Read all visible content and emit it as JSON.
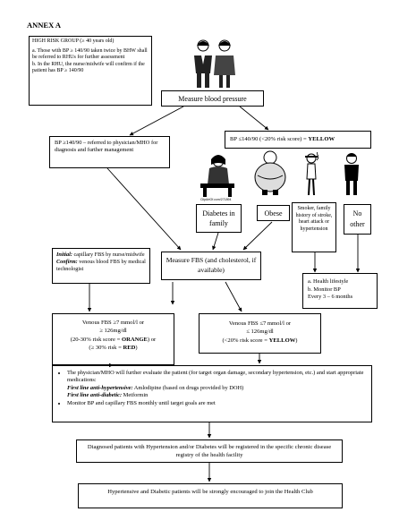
{
  "annex_title": "ANNEX A",
  "high_risk": {
    "title": "HIGH RISK GROUP (≥ 40 years old)",
    "item_a": "a. Those with BP ≥ 140/90 taken twice by BHW shall be referred to RHUs for further assessment",
    "item_b": "b. In the RHU, the nurse/midwife will confirm if the patient has BP ≥ 140/90"
  },
  "measure_bp": "Measure blood pressure",
  "bp_high": "BP ≥140/90 – referred to physician/MHO for diagnosis and further management",
  "bp_low": {
    "text": "BP ≤140/90 (<20% risk score) = ",
    "color_word": "YELLOW"
  },
  "image_caption": "ClipArtOf.com/271894",
  "categories": {
    "diabetes": "Diabetes in family",
    "obese": "Obese",
    "smoker": "Smoker, family history of stroke, heart attack or hypertension",
    "no_other": "No other"
  },
  "fbs_methods": {
    "initial_label": "Initial:",
    "initial_text": " capillary FBS by nurse/midwife",
    "confirm_label": "Confirm:",
    "confirm_text": " venous blood FBS by medical technologist"
  },
  "measure_fbs": "Measure FBS (and cholesterol, if available)",
  "lifestyle": {
    "a": "a. Health lifestyle",
    "b": "b. Monitor BP",
    "every": "Every 3 – 6 months"
  },
  "fbs_high": {
    "line1": "Venous FBS ≥7 mmol/l or",
    "line2": "≥ 126mg/dl",
    "line3_pre": "(20-30% risk score = ",
    "line3_color": "ORANGE",
    "line3_post": ") or",
    "line4_pre": "(≥ 30% risk = ",
    "line4_color": "RED",
    "line4_post": ")"
  },
  "fbs_low": {
    "line1": "Venous FBS ≤7 mmol/l or",
    "line2": "≤ 126mg/dl",
    "line3_pre": "(<20% risk score = ",
    "line3_color": "YELLOW",
    "line3_post": ")"
  },
  "physician": {
    "bullet1": "The physician/MHO will further evaluate the patient (for target organ damage, secondary hypertension, etc.) and start appropriate medications:",
    "anti_htn_label": "First line anti-hypertensive:",
    "anti_htn_text": " Amlodipine (based on drugs provided by DOH)",
    "anti_diab_label": "First line anti-diabetic:",
    "anti_diab_text": " Metformin",
    "bullet2": "Monitor BP and capillary FBS monthly until target goals are met"
  },
  "registry": "Diagnosed patients with Hypertension and/or Diabetes will be registered in the specific chronic disease registry of the health facility",
  "health_club": "Hypertensive and Diabetic patients will be strongly encouraged to join the Health Club"
}
